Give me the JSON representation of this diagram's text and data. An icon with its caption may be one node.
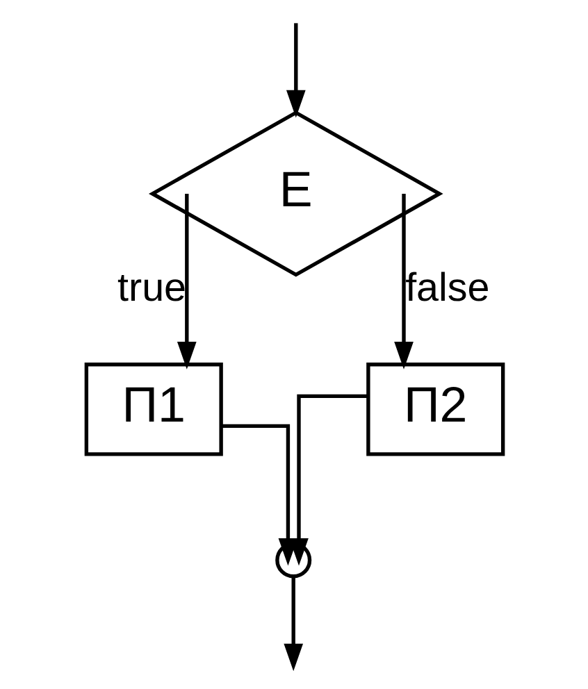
{
  "diagram": {
    "nodes": [
      {
        "text": [
          "E"
        ]
      },
      {
        "text": [
          "П1"
        ]
      },
      {
        "text": [
          "П2"
        ]
      },
      {
        "text": [],
        "shape": "circle"
      }
    ],
    "edges": [
      {
        "from": null,
        "to": 0,
        "arrow": "to"
      },
      {
        "from": 0,
        "to": 1,
        "arrow": "to",
        "label": "true"
      },
      {
        "from": 0,
        "to": 2,
        "arrow": "to",
        "label": "false"
      },
      {
        "from": 1,
        "to": 3,
        "arrow": "to"
      },
      {
        "from": 2,
        "to": 3,
        "arrow": "to"
      },
      {
        "from": 3,
        "to": null,
        "arrow": "to"
      }
    ]
  }
}
